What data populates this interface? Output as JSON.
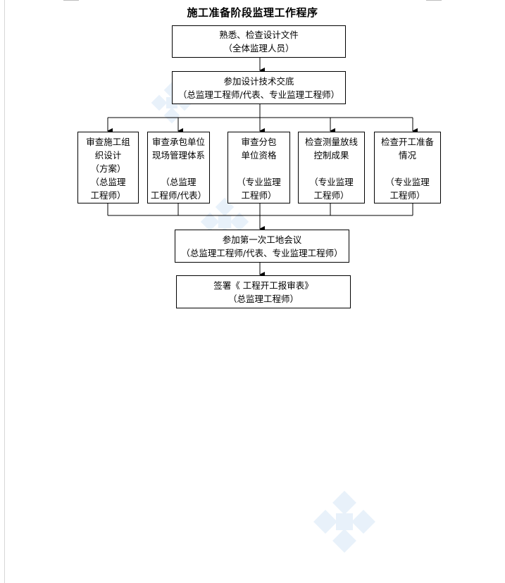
{
  "title": "施工准备阶段监理工作程序",
  "nodes": {
    "study": {
      "line1": "熟悉、检查设计文件",
      "line2": "（全体监理人员）"
    },
    "briefing": {
      "line1": "参加设计技术交底",
      "line2": "（总监理工程师/代表、专业监理工程师）"
    },
    "review_construction_design": {
      "lines": [
        "审查施工组",
        "织设计",
        "（方案）",
        "（总监理",
        "工程师）"
      ]
    },
    "review_contractor_system": {
      "lines": [
        "审查承包单位",
        "现场管理体系"
      ],
      "role_lines": [
        "（总监理",
        "工程师/代表）"
      ]
    },
    "review_subcontractor": {
      "lines": [
        "审查分包",
        "单位资格"
      ],
      "role_lines": [
        "（专业监理",
        "工程师）"
      ]
    },
    "check_survey": {
      "lines": [
        "检查测量放线",
        "控制成果"
      ],
      "role_lines": [
        "（专业监理",
        "工程师）"
      ]
    },
    "check_start_prep": {
      "lines": [
        "检查开工准备",
        "情况"
      ],
      "role_lines": [
        "（专业监理",
        "工程师）"
      ]
    },
    "first_meeting": {
      "line1": "参加第一次工地会议",
      "line2": "（总监理工程师/代表、专业监理工程师）"
    },
    "sign_report": {
      "line1": "签署《 工程开工报审表》",
      "line2": "（总监理工程师）"
    }
  },
  "colors": {
    "stroke": "#000000",
    "watermark": "#4a90d9"
  },
  "icons": [
    "arrow-down-icon",
    "watermark-flower-icon"
  ]
}
